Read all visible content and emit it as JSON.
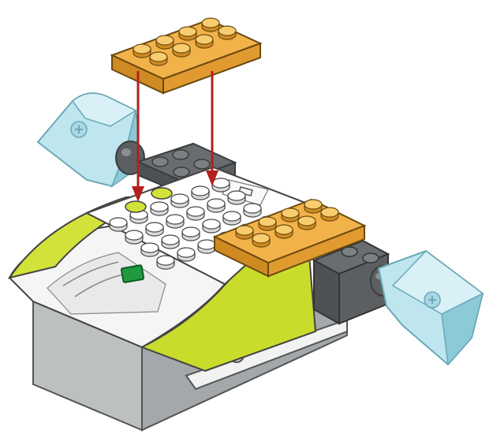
{
  "diagram": {
    "kind": "building-instruction-step",
    "colors": {
      "background": "#ffffff",
      "plate_yellow": "#f2b24a",
      "plate_yellow_dark": "#cf8a22",
      "plate_yellow_light": "#f8cd6f",
      "hub_lime": "#d3e23a",
      "hub_lime_dark": "#a9bd1f",
      "hub_white": "#f4f5f4",
      "hub_shadow": "#dcdedc",
      "base_gray": "#b9bcbd",
      "base_gray_dark": "#8b8f91",
      "brick_dark_gray": "#5c5f61",
      "propeller_trans_blue": "#bfe6ee",
      "propeller_trans_blue_dark": "#8ccad8",
      "status_light_green": "#1f9a3e",
      "arrow_red": "#b3201f"
    },
    "parts": [
      {
        "name": "orange-plate-2x4-added",
        "icon": "plate-2x4",
        "state": "being-added"
      },
      {
        "name": "orange-plate-2x4-installed",
        "icon": "plate-2x4",
        "state": "installed"
      },
      {
        "name": "smarthub",
        "icon": "hub",
        "state": "installed"
      },
      {
        "name": "propeller-left",
        "icon": "propeller",
        "state": "installed"
      },
      {
        "name": "propeller-right",
        "icon": "propeller",
        "state": "installed"
      },
      {
        "name": "motor-brick",
        "icon": "motor",
        "state": "installed"
      }
    ],
    "arrows": [
      {
        "name": "placement-arrow-left",
        "icon": "arrow-down"
      },
      {
        "name": "placement-arrow-right",
        "icon": "arrow-down"
      }
    ]
  }
}
